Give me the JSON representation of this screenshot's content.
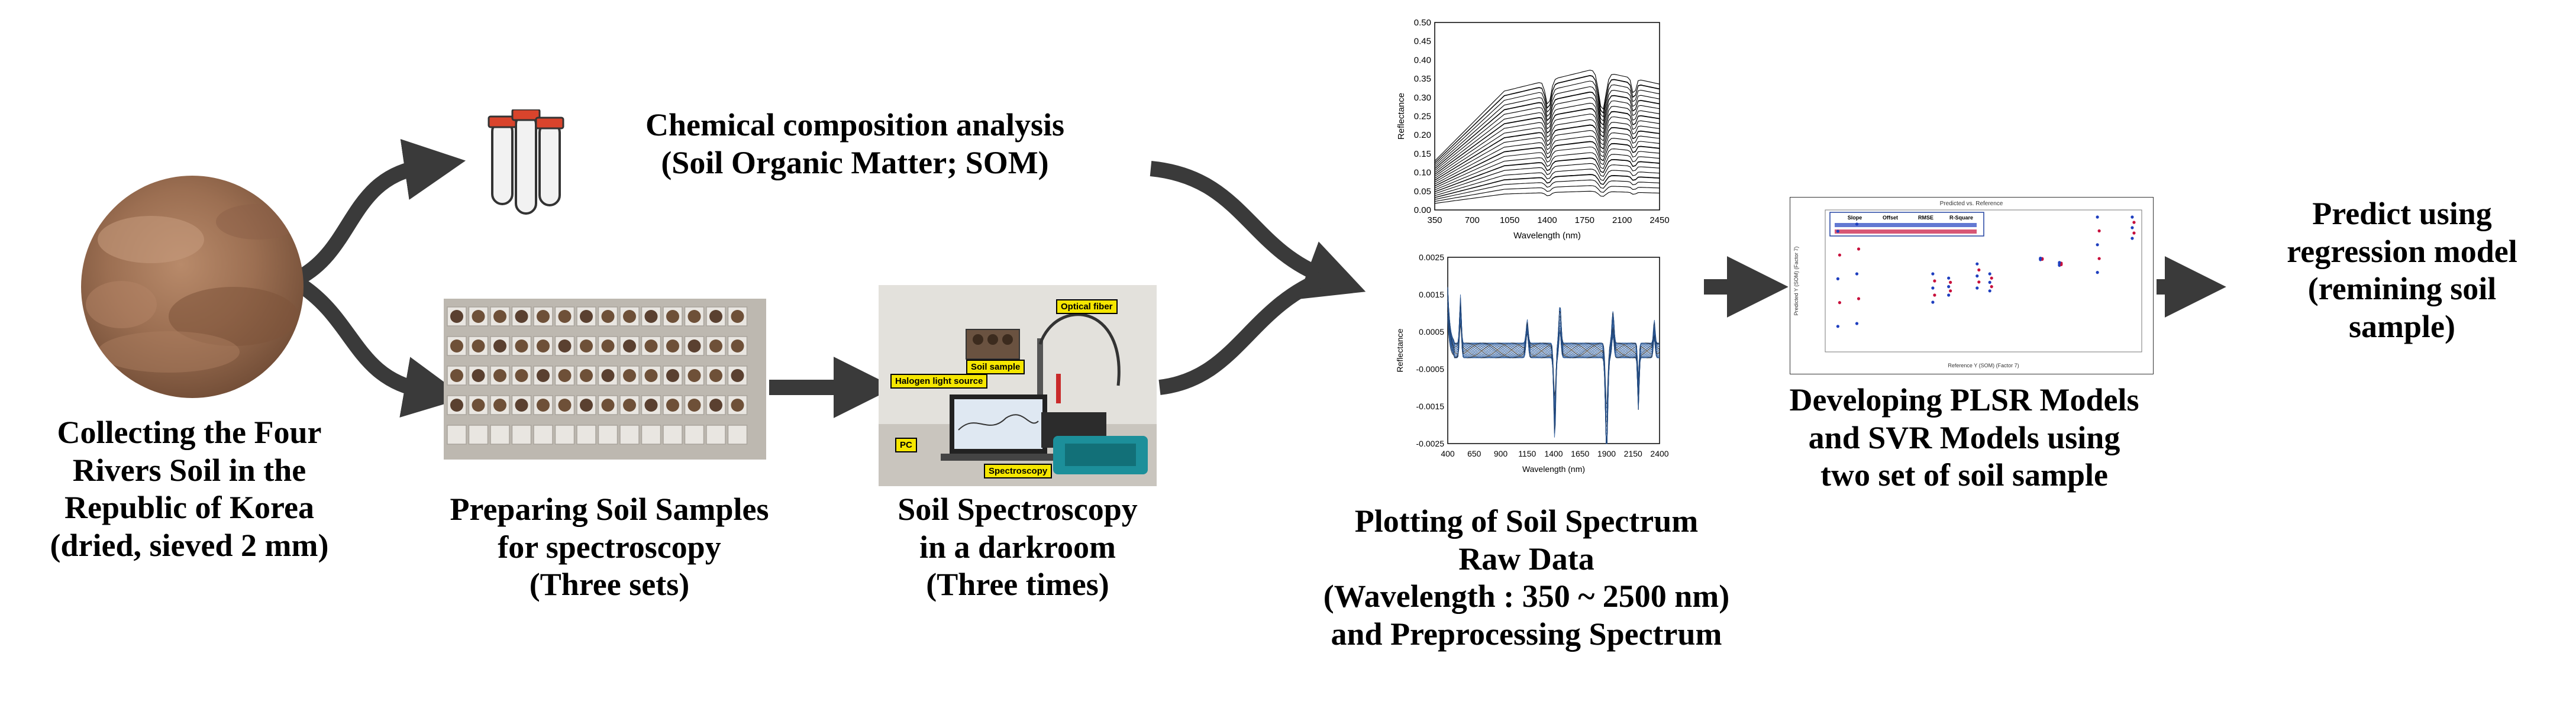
{
  "steps": {
    "collect": "Collecting the Four\nRivers Soil in the\nRepublic of Korea\n(dried, sieved 2 mm)",
    "chemical": "Chemical composition analysis\n(Soil Organic Matter; SOM)",
    "prepare": "Preparing Soil Samples\nfor spectroscopy\n(Three sets)",
    "spectroscopy": "Soil Spectroscopy\nin a darkroom\n(Three times)",
    "plotting": "Plotting of Soil Spectrum\nRaw Data\n(Wavelength : 350 ~ 2500 nm)\nand Preprocessing Spectrum",
    "models": "Developing PLSR Models\nand SVR Models using\ntwo set of soil sample",
    "predict": "Predict using\nregression model\n(remining soil\nsample)"
  },
  "setup_labels": {
    "optical_fiber": "Optical fiber",
    "soil_sample": "Soil sample",
    "halogen": "Halogen light source",
    "pc": "PC",
    "spectroscopy": "Spectroscopy"
  },
  "chart_data": [
    {
      "type": "line",
      "title": "",
      "xlabel": "Wavelength (nm)",
      "ylabel": "Reflectance",
      "xlim": [
        350,
        2450
      ],
      "ylim": [
        0,
        0.5
      ],
      "xticks": [
        "350",
        "700",
        "1050",
        "1400",
        "1750",
        "2100",
        "2450"
      ],
      "yticks": [
        "0.00",
        "0.05",
        "0.10",
        "0.15",
        "0.20",
        "0.25",
        "0.30",
        "0.35",
        "0.40",
        "0.45",
        "0.50"
      ]
    },
    {
      "type": "line",
      "title": "",
      "xlabel": "Wavelength (nm)",
      "ylabel": "Reflectance",
      "xlim": [
        400,
        2400
      ],
      "ylim": [
        -0.0025,
        0.0025
      ],
      "xticks": [
        "400",
        "650",
        "900",
        "1150",
        "1400",
        "1650",
        "1900",
        "2150",
        "2400"
      ],
      "yticks": [
        "0.0025",
        "0.0015",
        "0.0005",
        "-0.0005",
        "-0.0015",
        "-0.0025"
      ]
    },
    {
      "type": "scatter",
      "title": "Predicted vs. Reference",
      "xlabel": "Reference Y (SOM) (Factor 7)",
      "ylabel": "Predicted Y (SOM) (Factor 7)",
      "legend_headers": [
        "Slope",
        "Offset",
        "RMSE",
        "R-Square"
      ]
    }
  ],
  "colors": {
    "arrow": "#3a3a3a",
    "label_bg": "#f5e600",
    "spectrum_raw": "#000000",
    "spectrum_pre": "#2a5a9c",
    "cal_points": "#1f3fbf",
    "val_points": "#c8103c"
  }
}
